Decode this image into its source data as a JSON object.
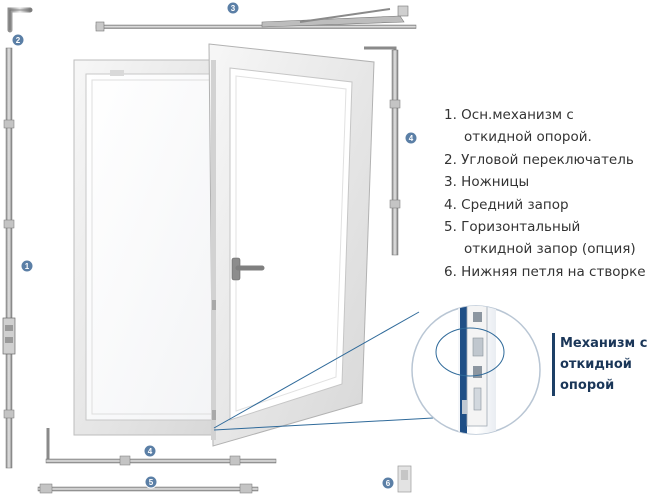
{
  "legend": {
    "items": [
      {
        "lines": [
          "1. Осн.механизм с",
          "откидной опорой."
        ]
      },
      {
        "lines": [
          "2. Угловой переключатель"
        ]
      },
      {
        "lines": [
          "3. Ножницы"
        ]
      },
      {
        "lines": [
          "4. Средний запор"
        ]
      },
      {
        "lines": [
          "5. Горизонтальный",
          "откидной запор (опция)"
        ]
      },
      {
        "lines": [
          "6. Нижняя петля на створке"
        ]
      }
    ]
  },
  "callout": {
    "lines": [
      "Механизм с",
      "откидной",
      "опорой"
    ]
  },
  "markers": [
    "3",
    "2",
    "4",
    "1",
    "4",
    "5",
    "6"
  ],
  "colors": {
    "marker_fill": "#5b7fa6",
    "accent_line": "#2f6a9a",
    "callout_text": "#1a3658",
    "legend_text": "#333333"
  }
}
